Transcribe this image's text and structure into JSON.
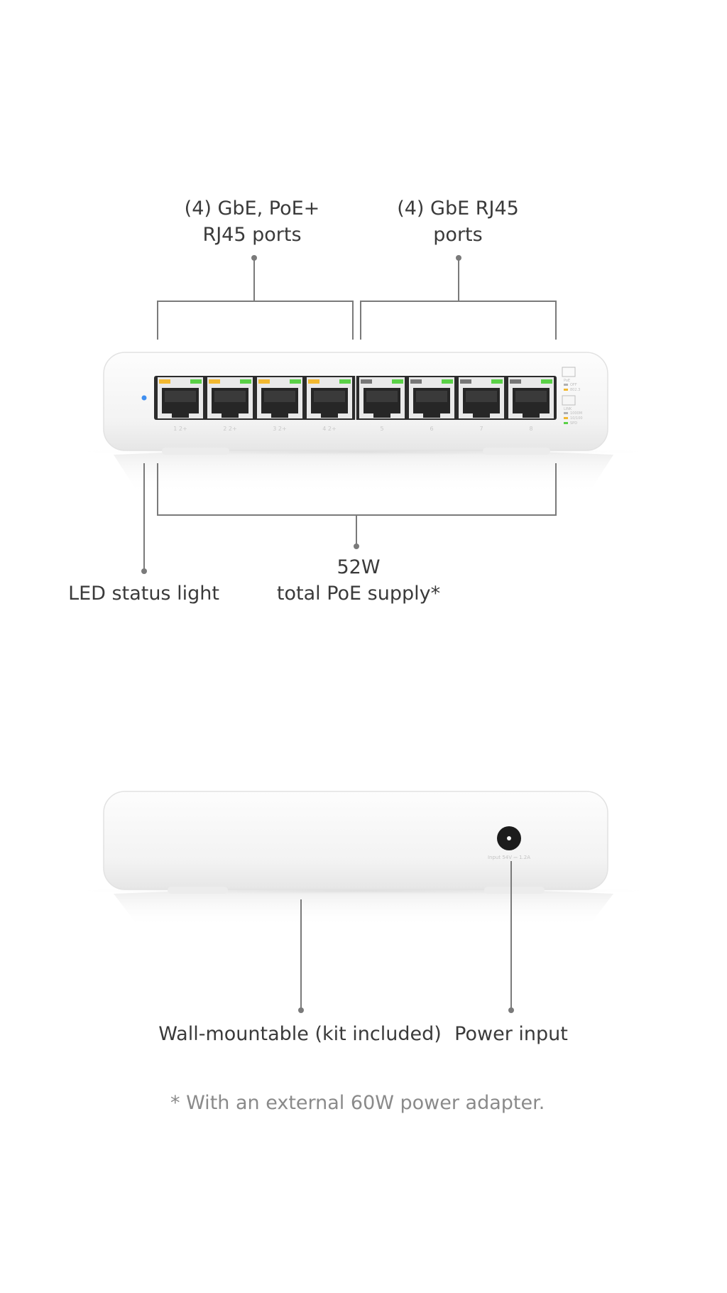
{
  "callouts": {
    "poe_ports": {
      "line1": "(4) GbE, PoE+",
      "line2": "RJ45 ports"
    },
    "rj45_ports": {
      "line1": "(4) GbE RJ45",
      "line2": "ports"
    },
    "led_status": "LED status light",
    "poe_supply": {
      "line1": "52W",
      "line2": "total PoE supply*"
    },
    "wall_mount": "Wall-mountable (kit included)",
    "power_input": "Power input"
  },
  "footnote": "* With an external 60W power adapter.",
  "front_panel": {
    "port_labels": [
      "1 2+",
      "2 2+",
      "3 2+",
      "4 2+",
      "5",
      "6",
      "7",
      "8"
    ],
    "legend_labels": [
      "PoE",
      "OFF",
      "802.3",
      "LINK",
      "1000M",
      "10/100",
      "SPD"
    ]
  },
  "rear_panel": {
    "power_label": "Input 54V ⎓ 1.2A"
  },
  "colors": {
    "port_led_amber": "#f2b830",
    "port_led_green": "#5ad146",
    "port_led_gray": "#777777",
    "status_led_blue": "#3f8ff0",
    "leader_line": "#7a7a7a",
    "device_body": "#f7f7f7"
  }
}
